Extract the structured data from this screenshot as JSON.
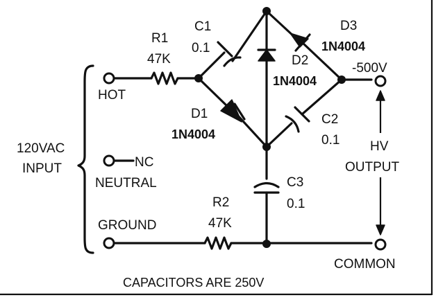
{
  "terminals": {
    "hot": "HOT",
    "neutral": "NEUTRAL",
    "nc": "NC",
    "ground": "GROUND",
    "input_line1": "120VAC",
    "input_line2": "INPUT"
  },
  "components": {
    "r1": {
      "ref": "R1",
      "value": "47K"
    },
    "r2": {
      "ref": "R2",
      "value": "47K"
    },
    "c1": {
      "ref": "C1",
      "value": "0.1"
    },
    "c2": {
      "ref": "C2",
      "value": "0.1"
    },
    "c3": {
      "ref": "C3",
      "value": "0.1"
    },
    "d1": {
      "ref": "D1",
      "part": "1N4004"
    },
    "d2": {
      "ref": "D2",
      "part": "1N4004"
    },
    "d3": {
      "ref": "D3",
      "part": "1N4004"
    }
  },
  "output": {
    "voltage": "-500V",
    "line1": "HV",
    "line2": "OUTPUT",
    "common": "COMMON"
  },
  "note": "CAPACITORS ARE 250V"
}
